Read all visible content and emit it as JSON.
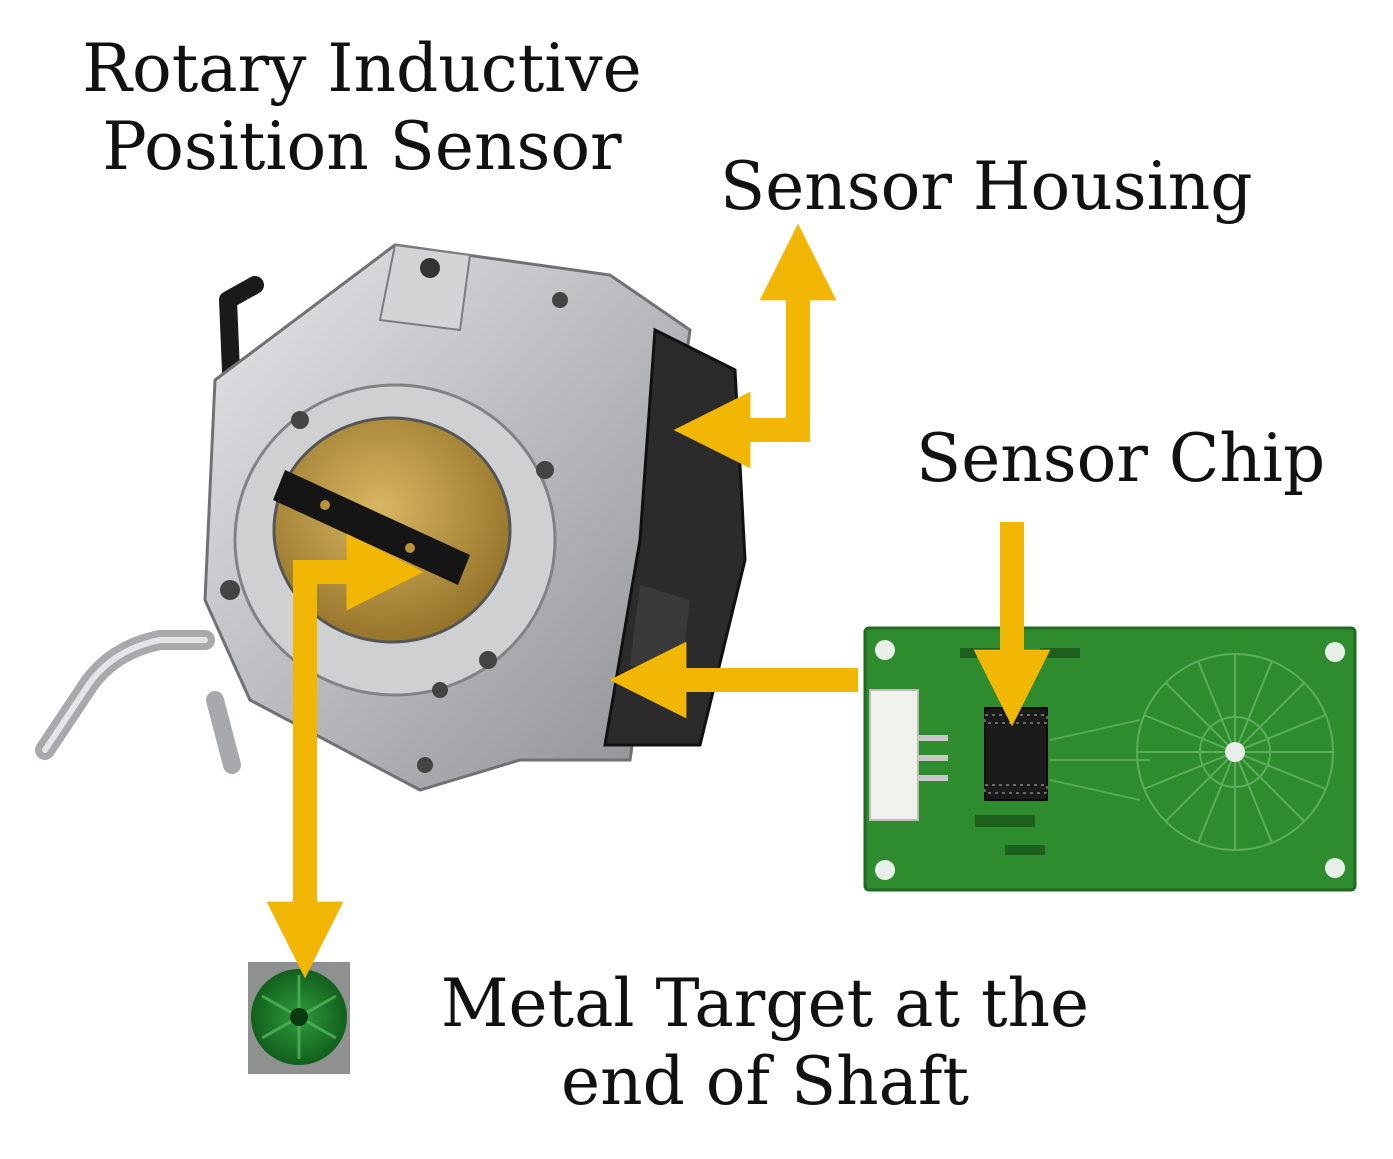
{
  "labels": {
    "title_line1": "Rotary Inductive",
    "title_line2": "Position Sensor",
    "housing": "Sensor Housing",
    "chip": "Sensor Chip",
    "metal_line1": "Metal Target at the",
    "metal_line2": "end of Shaft"
  },
  "colors": {
    "arrow": "#F2B705",
    "pcb": "#2E8B2E",
    "pcb_dark": "#1F6B1F",
    "aluminum": "#C9CACC",
    "housing": "#2B2B2B",
    "brass": "#B8923A",
    "target": "#1E7A2A"
  }
}
